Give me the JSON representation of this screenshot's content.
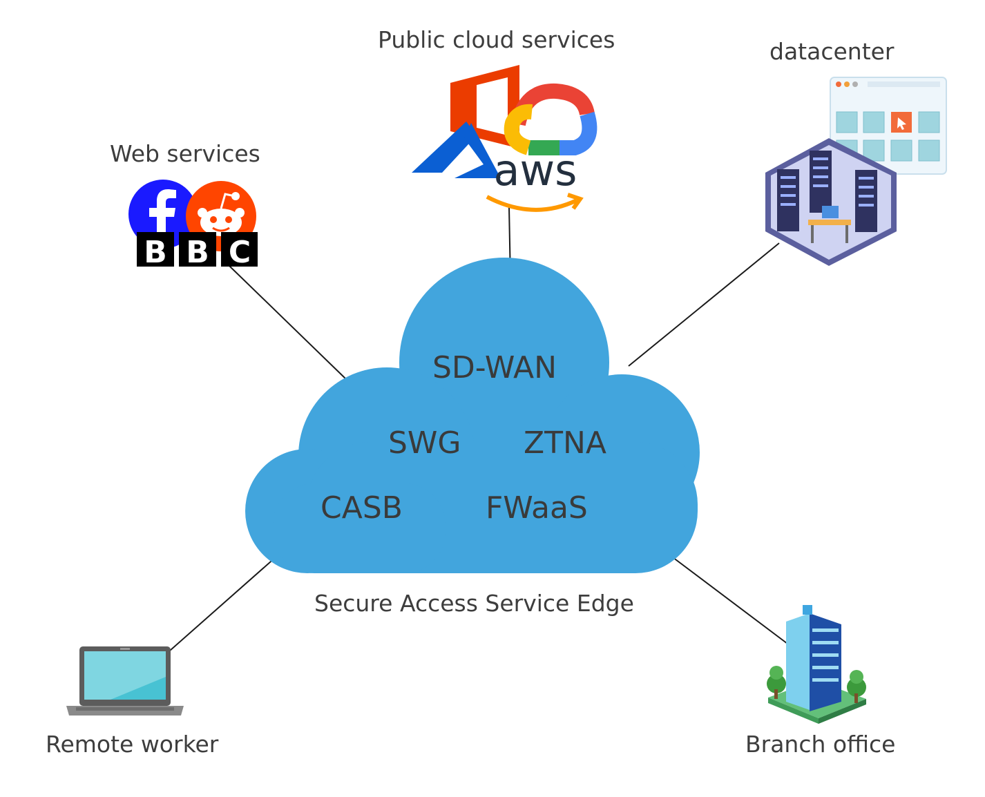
{
  "cloud": {
    "caption": "Secure Access Service Edge",
    "services": {
      "sdwan": "SD-WAN",
      "swg": "SWG",
      "ztna": "ZTNA",
      "casb": "CASB",
      "fwaas": "FWaaS"
    },
    "color": "#42a5dd"
  },
  "nodes": {
    "web_services": {
      "label": "Web services",
      "icons": [
        "facebook-icon",
        "reddit-icon",
        "bbc-icon"
      ],
      "bbc_letters": [
        "B",
        "B",
        "C"
      ]
    },
    "public_cloud": {
      "label": "Public cloud services",
      "icons": [
        "office-icon",
        "azure-icon",
        "google-cloud-icon",
        "aws-icon"
      ],
      "aws_text": "aws"
    },
    "datacenter": {
      "label": "datacenter",
      "icons": [
        "server-room-icon",
        "dashboard-window-icon"
      ]
    },
    "remote_worker": {
      "label": "Remote worker",
      "icons": [
        "laptop-icon"
      ]
    },
    "branch_office": {
      "label": "Branch office",
      "icons": [
        "office-building-icon"
      ]
    }
  },
  "colors": {
    "facebook": "#1a1aff",
    "reddit": "#ff4500",
    "office": "#eb3c00",
    "azure": "#0b5fd3",
    "aws_orange": "#ff9900",
    "aws_text": "#232f3e"
  }
}
